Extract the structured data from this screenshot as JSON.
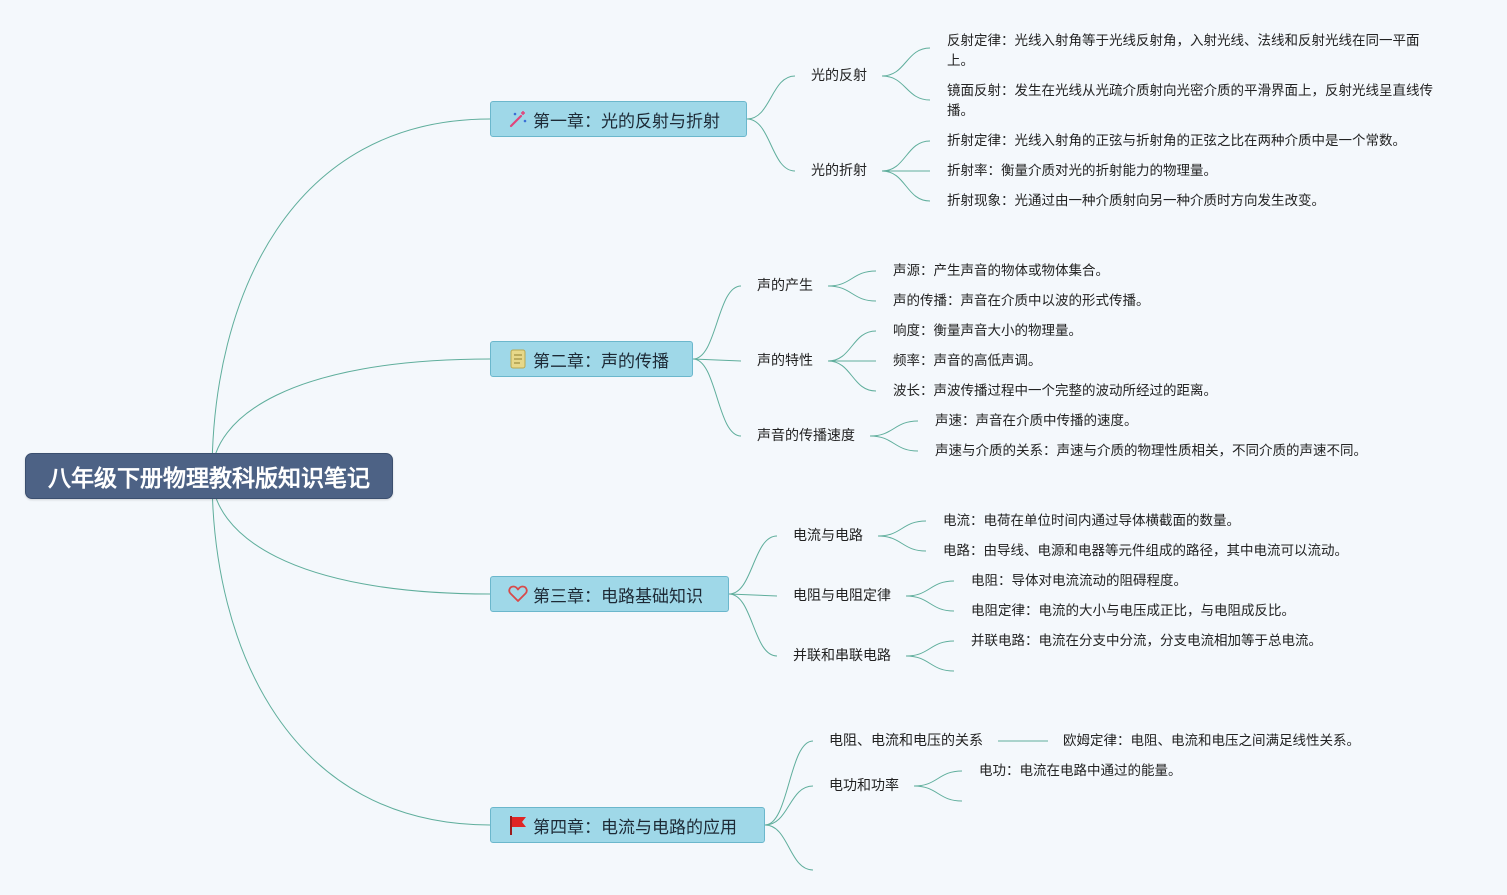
{
  "root": {
    "label": "八年级下册物理教科版知识笔记"
  },
  "chapters": [
    {
      "label": "第一章：光的反射与折射",
      "icon": "magic-wand-icon",
      "topics": [
        {
          "label": "光的反射",
          "notes": [
            "反射定律：光线入射角等于光线反射角，入射光线、法线和反射光线在同一平面上。",
            "镜面反射：发生在光线从光疏介质射向光密介质的平滑界面上，反射光线呈直线传播。"
          ]
        },
        {
          "label": "光的折射",
          "notes": [
            "折射定律：光线入射角的正弦与折射角的正弦之比在两种介质中是一个常数。",
            "折射率：衡量介质对光的折射能力的物理量。",
            "折射现象：光通过由一种介质射向另一种介质时方向发生改变。"
          ]
        }
      ]
    },
    {
      "label": "第二章：声的传播",
      "icon": "document-icon",
      "topics": [
        {
          "label": "声的产生",
          "notes": [
            "声源：产生声音的物体或物体集合。",
            "声的传播：声音在介质中以波的形式传播。"
          ]
        },
        {
          "label": "声的特性",
          "notes": [
            "响度：衡量声音大小的物理量。",
            "频率：声音的高低声调。",
            "波长：声波传播过程中一个完整的波动所经过的距离。"
          ]
        },
        {
          "label": "声音的传播速度",
          "notes": [
            "声速：声音在介质中传播的速度。",
            "声速与介质的关系：声速与介质的物理性质相关，不同介质的声速不同。"
          ]
        }
      ]
    },
    {
      "label": "第三章：电路基础知识",
      "icon": "heart-icon",
      "topics": [
        {
          "label": "电流与电路",
          "notes": [
            "电流：电荷在单位时间内通过导体横截面的数量。",
            "电路：由导线、电源和电器等元件组成的路径，其中电流可以流动。"
          ]
        },
        {
          "label": "电阻与电阻定律",
          "notes": [
            "电阻：导体对电流流动的阻碍程度。",
            "电阻定律：电流的大小与电压成正比，与电阻成反比。"
          ]
        },
        {
          "label": "并联和串联电路",
          "notes": [
            "并联电路：电流在分支中分流，分支电流相加等于总电流。",
            ""
          ]
        }
      ]
    },
    {
      "label": "第四章：电流与电路的应用",
      "icon": "red-flag-icon",
      "topics": [
        {
          "label": "电阻、电流和电压的关系",
          "notes": [
            "欧姆定律：电阻、电流和电压之间满足线性关系。"
          ]
        },
        {
          "label": "电功和功率",
          "notes": [
            "电功：电流在电路中通过的能量。",
            ""
          ]
        },
        {
          "label": "",
          "notes": []
        }
      ]
    }
  ],
  "colors": {
    "link": "#5fae9c",
    "root_bg": "#4d6285",
    "chapter_bg": "#9fd8e8",
    "background": "#f4f8fc"
  }
}
